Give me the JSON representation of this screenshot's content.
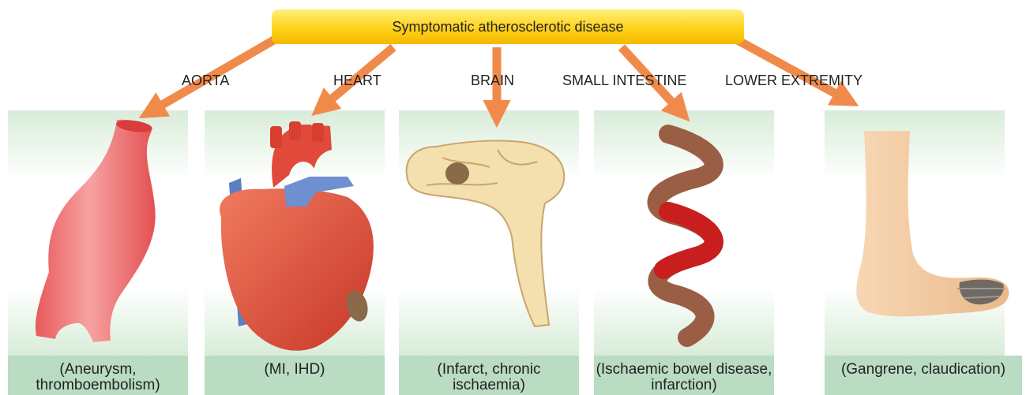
{
  "title": "Symptomatic atherosclerotic disease",
  "sites": [
    {
      "label": "AORTA",
      "caption": "(Aneurysm,\nthromboembolism)",
      "icon": "aorta-icon"
    },
    {
      "label": "HEART",
      "caption": "(MI, IHD)",
      "icon": "heart-icon"
    },
    {
      "label": "BRAIN",
      "caption": "(Infarct, chronic\nischaemia)",
      "icon": "brain-icon"
    },
    {
      "label": "SMALL INTESTINE",
      "caption": "(Ischaemic bowel disease,\ninfarction)",
      "icon": "intestine-icon"
    },
    {
      "label": "LOWER EXTREMITY",
      "caption": "(Gangrene, claudication)",
      "icon": "foot-icon"
    }
  ],
  "colors": {
    "title_bar": "#ffd21a",
    "arrow": "#f08a4b",
    "panel_band": "#b9dcc3",
    "aorta": "#f07b7b",
    "heart": "#e0503c",
    "vein": "#5b7fbf",
    "brain": "#f4dfae",
    "infarct": "#8a6a4a",
    "bowel": "#9a5e44",
    "bowel_ischaemic": "#c81e1e",
    "skin": "#f3c99e",
    "gangrene": "#555555"
  }
}
